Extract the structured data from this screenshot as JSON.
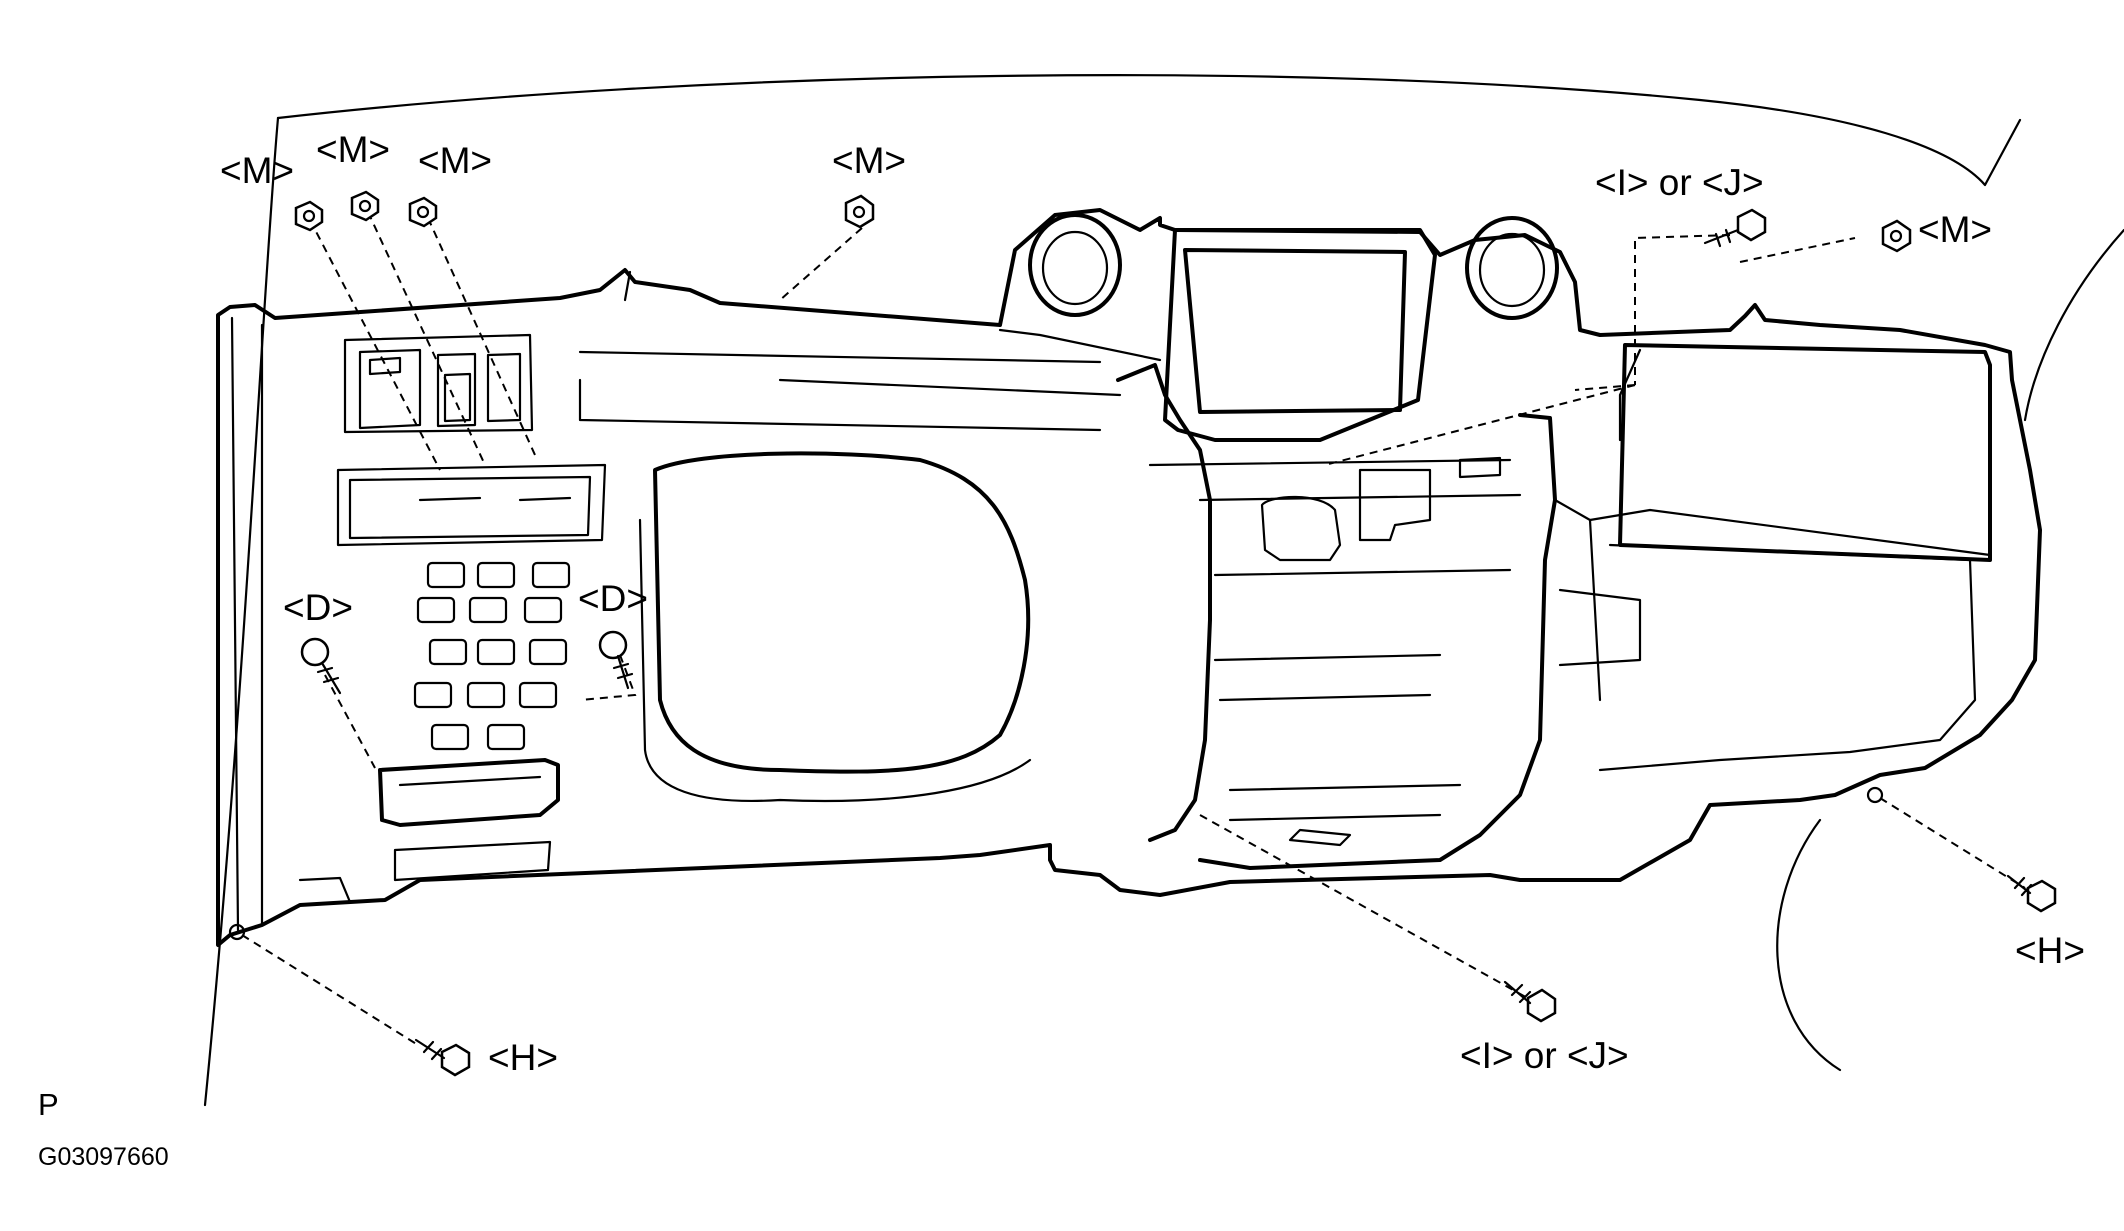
{
  "labels": {
    "m_nut_1": "<M>",
    "m_nut_2": "<M>",
    "m_nut_3": "<M>",
    "m_nut_4": "<M>",
    "m_nut_5": "<M>",
    "d_screw_left": "<D>",
    "d_screw_right": "<D>",
    "ij_bolt_top": "<I> or <J>",
    "ij_bolt_bottom": "<I> or <J>",
    "h_bolt_left": "<H>",
    "h_bolt_right": "<H>"
  },
  "view_code": "P",
  "figure_id": "G03097660"
}
